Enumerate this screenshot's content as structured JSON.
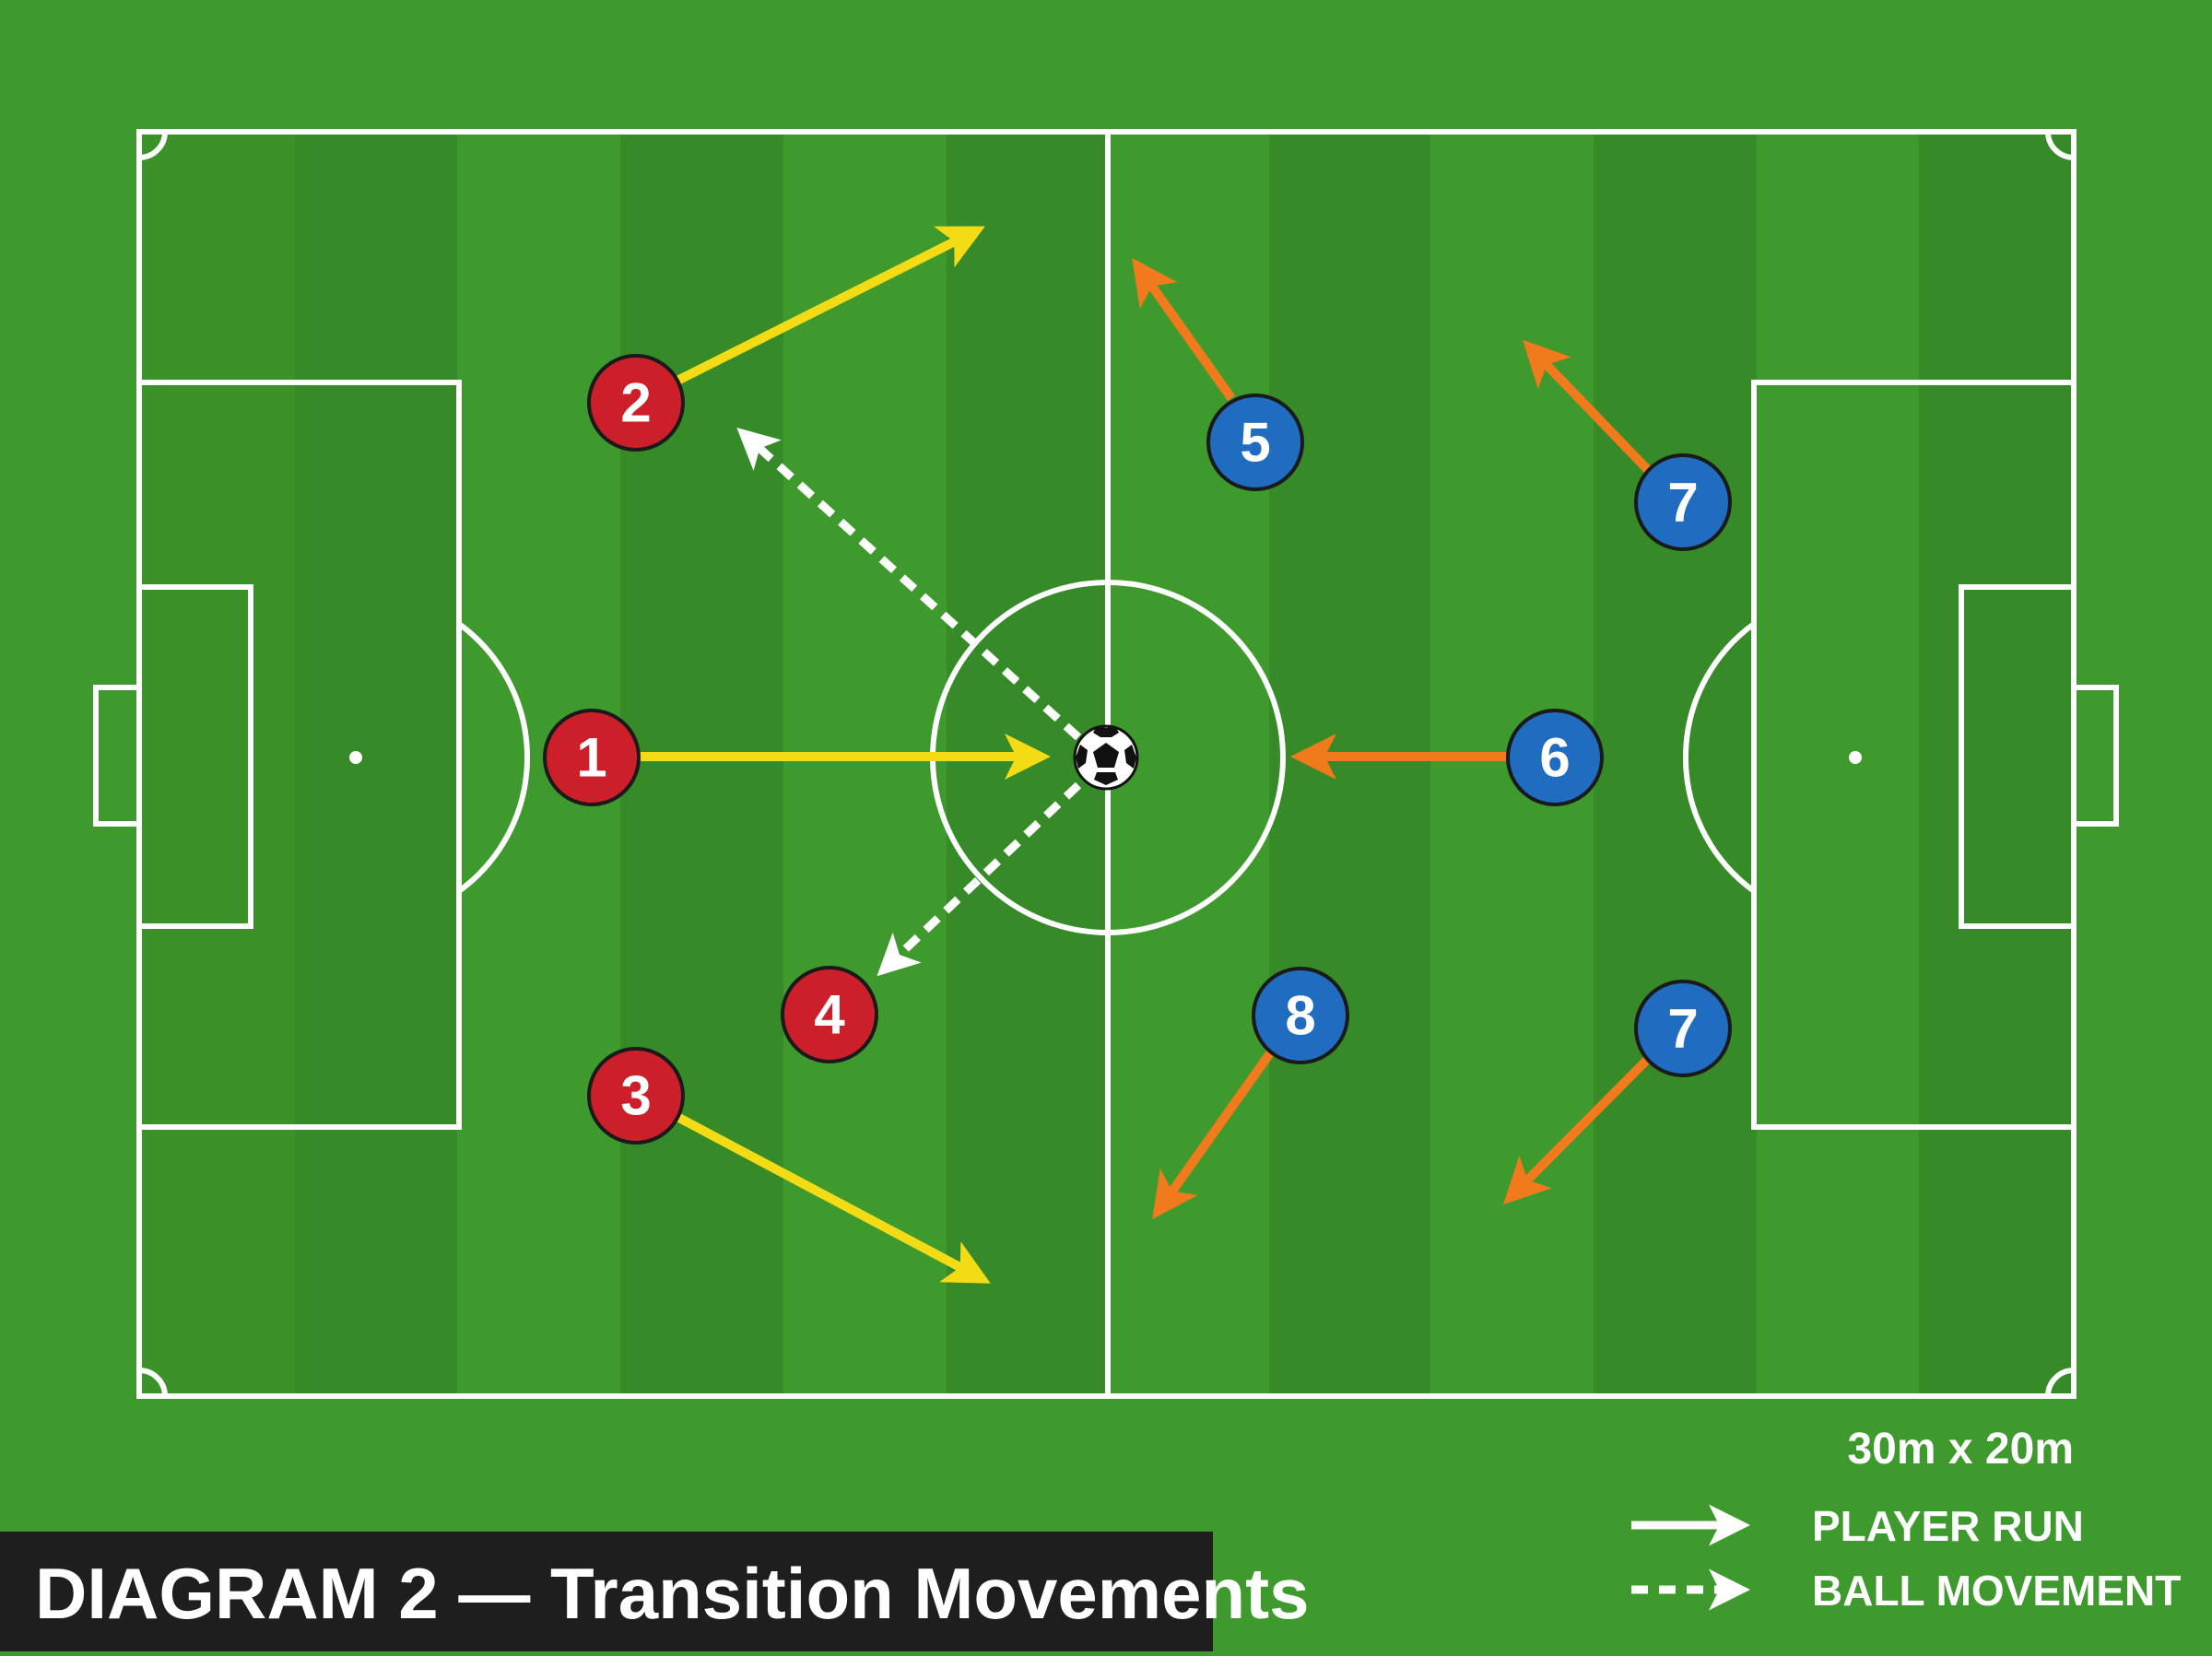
{
  "title": "DIAGRAM 2 — Transition Movements",
  "pitch_dimensions": "30m x 20m",
  "legend": {
    "player_run": "PLAYER RUN",
    "ball_movement": "BALL MOVEMENT"
  },
  "colors": {
    "grass_light": "#43a032",
    "grass_dark": "#368a27",
    "lines": "#ffffff",
    "red_team": "#cc1f2a",
    "blue_team": "#1f6cc0",
    "red_run_arrow": "#f3dc16",
    "blue_run_arrow": "#f07a1c",
    "ball_path": "#ffffff",
    "title_bar": "#1e1e1e"
  },
  "red_players": [
    "2",
    "1",
    "4",
    "3"
  ],
  "blue_players": [
    "5",
    "7",
    "6",
    "8",
    "7"
  ],
  "ball": "soccer-ball-icon"
}
